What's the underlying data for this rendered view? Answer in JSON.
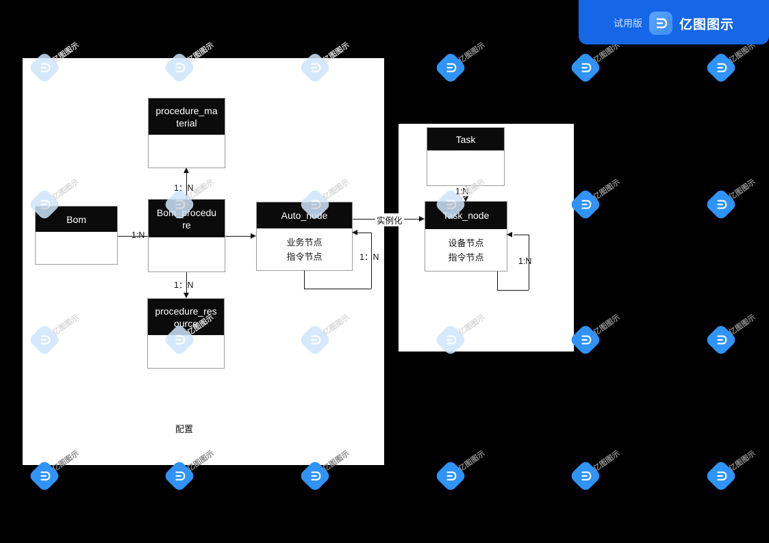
{
  "app": {
    "brand": "亿图图示",
    "trial_label": "试用版",
    "logo_icon": "edraw-logo-icon",
    "accent_color": "#1567e8",
    "watermark_text": "亿图图示",
    "canvas_background": "#000000",
    "panel_background": "#ffffff"
  },
  "diagram": {
    "type": "entity-relationship-diagram",
    "panels": [
      {
        "id": "configuration-panel",
        "label": "配置"
      },
      {
        "id": "task-panel",
        "label": ""
      }
    ],
    "entities": [
      {
        "id": "procedure-material",
        "title": "procedure_material",
        "title_lines": [
          "procedure_ma",
          "terial"
        ],
        "body_lines": []
      },
      {
        "id": "bom",
        "title": "Bom",
        "title_lines": [
          "Bom"
        ],
        "body_lines": []
      },
      {
        "id": "bom-procedure",
        "title": "Bom_procedure",
        "title_lines": [
          "Bom_procedu",
          "re"
        ],
        "body_lines": []
      },
      {
        "id": "auto-node",
        "title": "Auto_node",
        "title_lines": [
          "Auto_node"
        ],
        "body_lines": [
          "业务节点",
          "指令节点"
        ]
      },
      {
        "id": "procedure-resource",
        "title": "procedure_resource",
        "title_lines": [
          "procedure_res",
          "ource"
        ],
        "body_lines": []
      },
      {
        "id": "task",
        "title": "Task",
        "title_lines": [
          "Task"
        ],
        "body_lines": []
      },
      {
        "id": "task-node",
        "title": "Task_node",
        "title_lines": [
          "Task_node"
        ],
        "body_lines": [
          "设备节点",
          "指令节点"
        ]
      }
    ],
    "relationships": [
      {
        "id": "bom-procedure-to-procedure-material",
        "from": "bom-procedure",
        "to": "procedure-material",
        "label": "1：N"
      },
      {
        "id": "bom-to-bom-procedure",
        "from": "bom",
        "to": "bom-procedure",
        "label": "1:N"
      },
      {
        "id": "bom-procedure-to-procedure-resource",
        "from": "bom-procedure",
        "to": "procedure-resource",
        "label": "1：N"
      },
      {
        "id": "bom-procedure-to-auto-node",
        "from": "bom-procedure",
        "to": "auto-node",
        "label": ""
      },
      {
        "id": "auto-node-self-loop",
        "from": "auto-node",
        "to": "auto-node",
        "label": "1：N"
      },
      {
        "id": "auto-node-to-task-node",
        "from": "auto-node",
        "to": "task-node",
        "label": "实例化"
      },
      {
        "id": "task-to-task-node",
        "from": "task",
        "to": "task-node",
        "label": "1:N"
      },
      {
        "id": "task-node-self-loop",
        "from": "task-node",
        "to": "task-node",
        "label": "1:N"
      }
    ],
    "free_labels": [
      {
        "id": "configuration-label",
        "text": "配置"
      }
    ]
  },
  "watermarks": {
    "text": "亿图图示",
    "count": 26
  }
}
